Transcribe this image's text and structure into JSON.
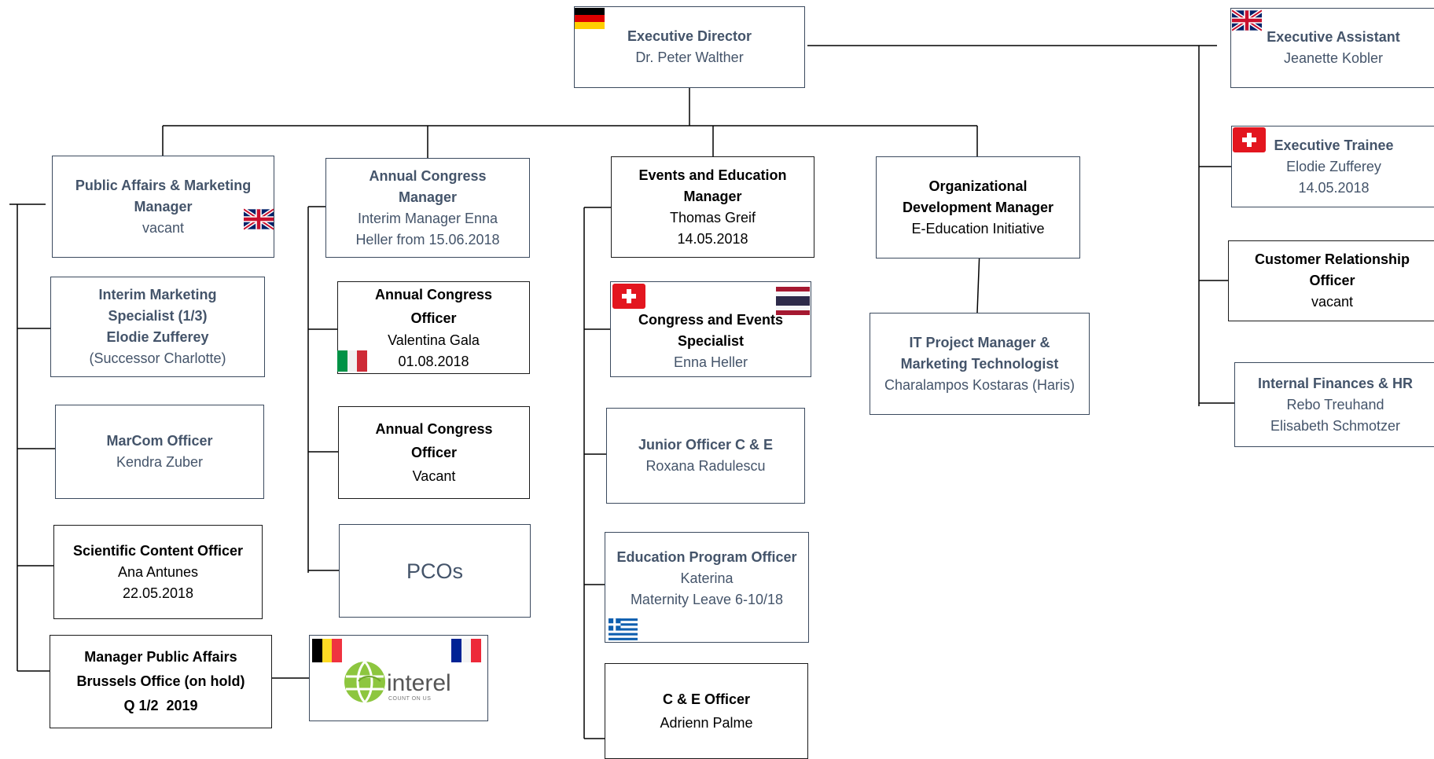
{
  "colors": {
    "title_slate": "#44546a",
    "title_black": "#000000",
    "line": "#000000",
    "border": "#3b4a5e"
  },
  "boxes": [
    {
      "id": "executive-director",
      "lines": [
        {
          "text": "Executive Director",
          "bold": true,
          "color": "slate"
        },
        {
          "text": "Dr. Peter Walther",
          "bold": false,
          "color": "slate"
        }
      ],
      "flags": [
        "germany-flag"
      ]
    },
    {
      "id": "executive-assistant",
      "lines": [
        {
          "text": "Executive Assistant",
          "bold": true,
          "color": "slate"
        },
        {
          "text": "Jeanette Kobler",
          "bold": false,
          "color": "slate"
        }
      ],
      "flags": [
        "uk-flag"
      ]
    },
    {
      "id": "executive-trainee",
      "lines": [
        {
          "text": "Executive Trainee",
          "bold": true,
          "color": "slate"
        },
        {
          "text": "Elodie Zufferey",
          "bold": false,
          "color": "slate"
        },
        {
          "text": "14.05.2018",
          "bold": false,
          "color": "slate"
        }
      ],
      "flags": [
        "switzerland-flag"
      ]
    },
    {
      "id": "customer-relationship-officer",
      "lines": [
        {
          "text": "Customer Relationship",
          "bold": true,
          "color": "black"
        },
        {
          "text": "Officer",
          "bold": true,
          "color": "black"
        },
        {
          "text": "vacant",
          "bold": false,
          "color": "black"
        }
      ],
      "flags": []
    },
    {
      "id": "internal-finances-hr",
      "lines": [
        {
          "text": "Internal Finances & HR",
          "bold": true,
          "color": "slate"
        },
        {
          "text": "Rebo Treuhand",
          "bold": false,
          "color": "slate"
        },
        {
          "text": "Elisabeth Schmotzer",
          "bold": false,
          "color": "slate"
        }
      ],
      "flags": []
    },
    {
      "id": "public-affairs-marketing-manager",
      "lines": [
        {
          "text": "Public Affairs & Marketing",
          "bold": true,
          "color": "slate"
        },
        {
          "text": "Manager",
          "bold": true,
          "color": "slate"
        },
        {
          "text": "vacant",
          "bold": false,
          "color": "slate"
        }
      ],
      "flags": [
        "uk-flag"
      ]
    },
    {
      "id": "interim-marketing-specialist",
      "lines": [
        {
          "text": "Interim Marketing",
          "bold": true,
          "color": "slate"
        },
        {
          "text": "Specialist (1/3)",
          "bold": true,
          "color": "slate"
        },
        {
          "text": "Elodie Zufferey",
          "bold": true,
          "color": "slate"
        },
        {
          "text": "(Successor Charlotte)",
          "bold": false,
          "color": "slate"
        }
      ],
      "flags": []
    },
    {
      "id": "marcom-officer",
      "lines": [
        {
          "text": "MarCom Officer",
          "bold": true,
          "color": "slate"
        },
        {
          "text": "Kendra Zuber",
          "bold": false,
          "color": "slate"
        }
      ],
      "flags": []
    },
    {
      "id": "scientific-content-officer",
      "lines": [
        {
          "text": "Scientific Content Officer",
          "bold": true,
          "color": "black"
        },
        {
          "text": "Ana Antunes",
          "bold": false,
          "color": "black"
        },
        {
          "text": "22.05.2018",
          "bold": false,
          "color": "black"
        }
      ],
      "flags": []
    },
    {
      "id": "manager-public-affairs-brussels",
      "lines": [
        {
          "text": "Manager Public Affairs",
          "bold": true,
          "color": "black"
        },
        {
          "text": "Brussels Office (on hold)",
          "bold": true,
          "color": "black"
        },
        {
          "text": "Q 1/2  2019",
          "bold": true,
          "color": "black"
        }
      ],
      "flags": []
    },
    {
      "id": "interel",
      "lines": [],
      "logo": {
        "name": "interel",
        "tagline": "COUNT ON US"
      },
      "flags": [
        "belgium-flag",
        "france-flag"
      ]
    },
    {
      "id": "annual-congress-manager",
      "lines": [
        {
          "text": "Annual Congress",
          "bold": true,
          "color": "slate"
        },
        {
          "text": "Manager",
          "bold": true,
          "color": "slate"
        },
        {
          "text": "Interim Manager Enna",
          "bold": false,
          "color": "slate"
        },
        {
          "text": "Heller from 15.06.2018",
          "bold": false,
          "color": "slate"
        }
      ],
      "flags": []
    },
    {
      "id": "annual-congress-officer-1",
      "lines": [
        {
          "text": "Annual Congress",
          "bold": true,
          "color": "black"
        },
        {
          "text": "Officer",
          "bold": true,
          "color": "black"
        },
        {
          "text": "Valentina Gala",
          "bold": false,
          "color": "black"
        },
        {
          "text": "01.08.2018",
          "bold": false,
          "color": "black"
        }
      ],
      "flags": [
        "italy-flag"
      ]
    },
    {
      "id": "annual-congress-officer-2",
      "lines": [
        {
          "text": "Annual Congress",
          "bold": true,
          "color": "black"
        },
        {
          "text": "Officer",
          "bold": true,
          "color": "black"
        },
        {
          "text": "Vacant",
          "bold": false,
          "color": "black"
        }
      ],
      "flags": []
    },
    {
      "id": "pcos",
      "lines": [
        {
          "text": "PCOs",
          "bold": false,
          "color": "slate",
          "big": true
        }
      ],
      "flags": []
    },
    {
      "id": "events-education-manager",
      "lines": [
        {
          "text": "Events and Education",
          "bold": true,
          "color": "black"
        },
        {
          "text": "Manager",
          "bold": true,
          "color": "black"
        },
        {
          "text": "Thomas Greif",
          "bold": false,
          "color": "black"
        },
        {
          "text": "14.05.2018",
          "bold": false,
          "color": "black"
        }
      ],
      "flags": []
    },
    {
      "id": "congress-events-specialist",
      "lines": [
        {
          "text": "Congress and Events",
          "bold": true,
          "color": "black"
        },
        {
          "text": "Specialist",
          "bold": true,
          "color": "black"
        },
        {
          "text": "Enna Heller",
          "bold": false,
          "color": "slate"
        }
      ],
      "flags": [
        "switzerland-flag",
        "thailand-flag"
      ]
    },
    {
      "id": "junior-officer-ce",
      "lines": [
        {
          "text": "Junior Officer C & E",
          "bold": true,
          "color": "slate"
        },
        {
          "text": "Roxana Radulescu",
          "bold": false,
          "color": "slate"
        }
      ],
      "flags": []
    },
    {
      "id": "education-program-officer",
      "lines": [
        {
          "text": "Education Program Officer",
          "bold": true,
          "color": "slate"
        },
        {
          "text": "Katerina",
          "bold": false,
          "color": "slate"
        },
        {
          "text": "Maternity Leave 6-10/18",
          "bold": false,
          "color": "slate"
        }
      ],
      "flags": [
        "greece-flag"
      ]
    },
    {
      "id": "ce-officer",
      "lines": [
        {
          "text": "C & E Officer",
          "bold": true,
          "color": "black"
        },
        {
          "text": "Adrienn Palme",
          "bold": false,
          "color": "black"
        }
      ],
      "flags": []
    },
    {
      "id": "organizational-development-manager",
      "lines": [
        {
          "text": "Organizational",
          "bold": true,
          "color": "black"
        },
        {
          "text": "Development Manager",
          "bold": true,
          "color": "black"
        },
        {
          "text": "E-Education Initiative",
          "bold": false,
          "color": "black"
        }
      ],
      "flags": []
    },
    {
      "id": "it-project-manager",
      "lines": [
        {
          "text": "IT Project Manager &",
          "bold": true,
          "color": "slate"
        },
        {
          "text": "Marketing Technologist",
          "bold": true,
          "color": "slate"
        },
        {
          "text": "Charalampos Kostaras (Haris)",
          "bold": false,
          "color": "slate"
        }
      ],
      "flags": []
    }
  ]
}
